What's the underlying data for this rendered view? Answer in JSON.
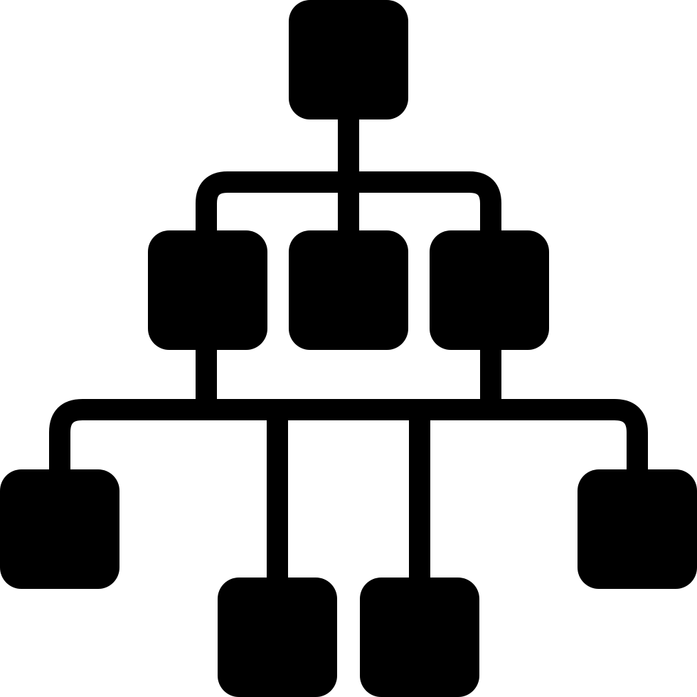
{
  "icon": {
    "name": "hierarchy-structure-icon",
    "fill_color": "#000000",
    "background_color": "#ffffff",
    "levels": [
      {
        "level": 1,
        "node_count": 1
      },
      {
        "level": 2,
        "node_count": 3
      },
      {
        "level": 3,
        "node_count": 4
      }
    ]
  }
}
